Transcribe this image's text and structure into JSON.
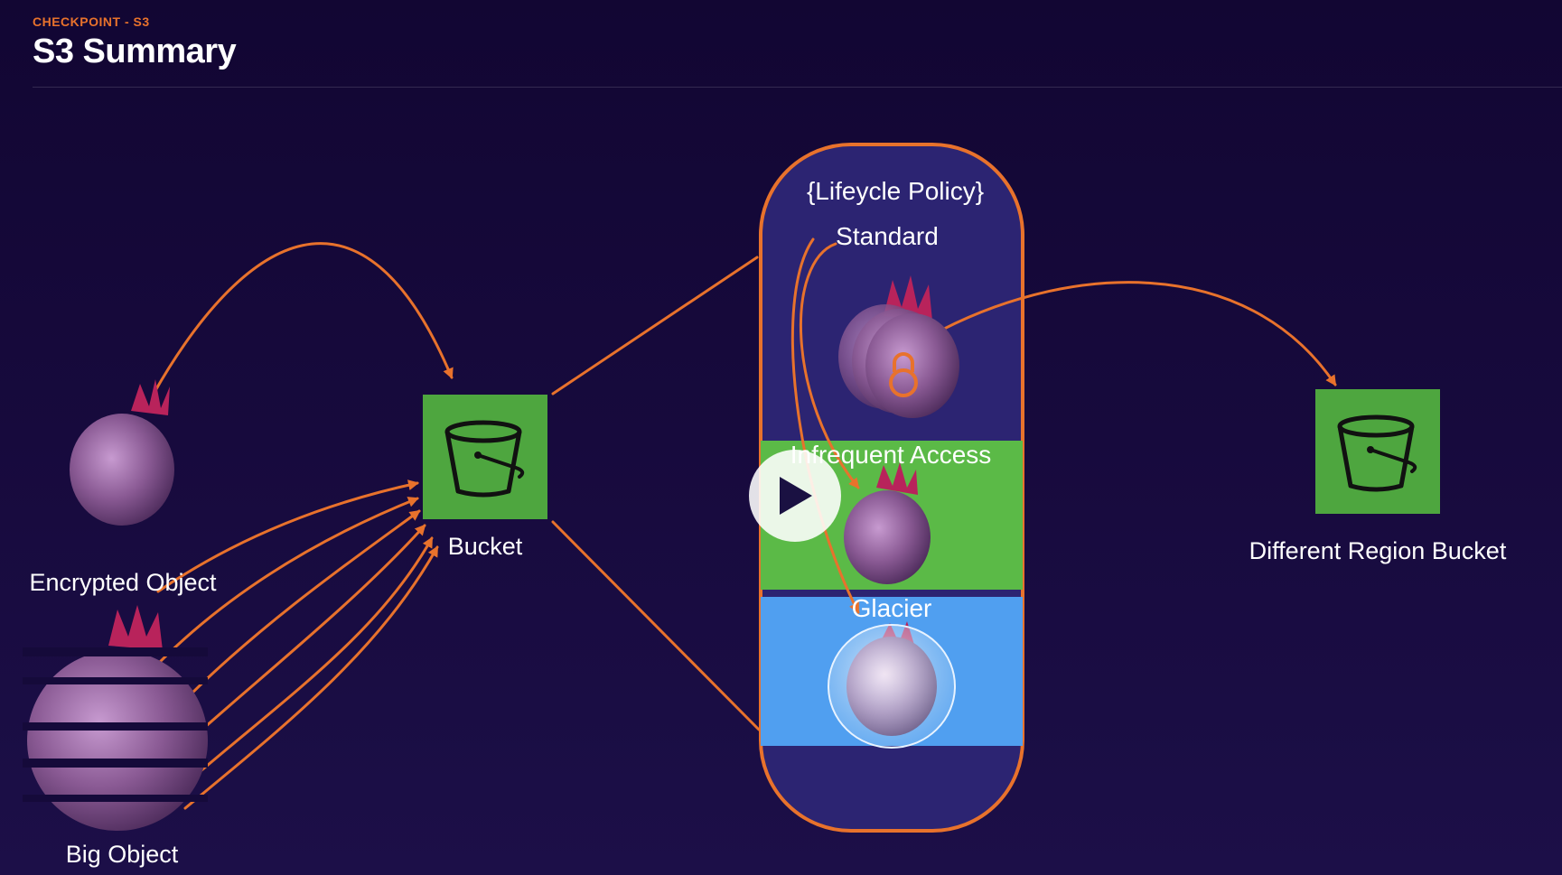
{
  "header": {
    "eyebrow": "CHECKPOINT - S3",
    "title": "S3 Summary"
  },
  "labels": {
    "encrypted_object": "Encrypted Object",
    "big_object": "Big Object",
    "bucket": "Bucket",
    "different_region_bucket": "Different Region Bucket"
  },
  "lifecycle": {
    "title": "{Lifeycle Policy}",
    "tiers": [
      {
        "label": "Standard"
      },
      {
        "label": "Infrequent Access"
      },
      {
        "label": "Glacier"
      }
    ]
  },
  "colors": {
    "accent_orange": "#e8722c",
    "bucket_green": "#4ea63f",
    "infrequent_green": "#5bba47",
    "glacier_blue": "#509ff0",
    "lifecycle_panel": "#2c2472",
    "background": "#140838"
  },
  "icons": [
    "bucket-icon",
    "beet-icon",
    "lock-icon",
    "play-icon"
  ]
}
